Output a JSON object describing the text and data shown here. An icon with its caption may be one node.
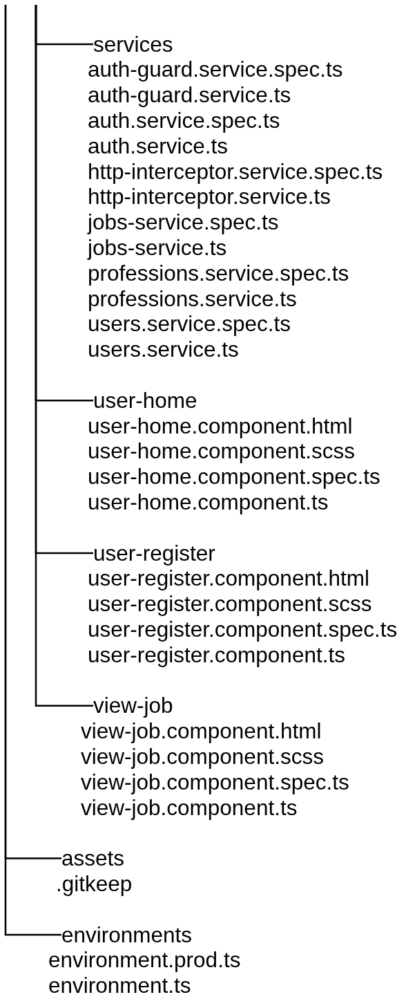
{
  "diagram": {
    "nodes": [
      {
        "text": [
          "services"
        ],
        "beside": [
          "auth-guard.service.spec.ts",
          "auth-guard.service.ts",
          "auth.service.spec.ts",
          "auth.service.ts",
          "http-interceptor.service.spec.ts",
          "http-interceptor.service.ts",
          "jobs-service.spec.ts",
          "jobs-service.ts",
          "professions.service.spec.ts",
          "professions.service.ts",
          "users.service.spec.ts",
          "users.service.ts"
        ]
      },
      {
        "text": [
          "user-home"
        ],
        "beside": [
          "user-home.component.html",
          "user-home.component.scss",
          "user-home.component.spec.ts",
          "user-home.component.ts"
        ]
      },
      {
        "text": [
          "user-register"
        ],
        "beside": [
          "user-register.component.html",
          "user-register.component.scss",
          "user-register.component.spec.ts",
          "user-register.component.ts"
        ]
      },
      {
        "text": [
          "view-job"
        ],
        "beside": [
          "view-job.component.html",
          "view-job.component.scss",
          "view-job.component.spec.ts",
          "view-job.component.ts"
        ]
      },
      {
        "text": [
          "assets"
        ],
        "beside": [
          ".gitkeep"
        ]
      },
      {
        "text": [
          "environments"
        ],
        "beside": [
          "environment.prod.ts",
          "environment.ts"
        ]
      }
    ],
    "edges": [
      {
        "from": null,
        "to": 0,
        "arrow": "none"
      },
      {
        "from": null,
        "to": 1,
        "arrow": "none"
      },
      {
        "from": null,
        "to": 2,
        "arrow": "none"
      },
      {
        "from": null,
        "to": 3,
        "arrow": "none"
      },
      {
        "from": null,
        "to": 4,
        "arrow": "none"
      },
      {
        "from": null,
        "to": 5,
        "arrow": "none"
      }
    ]
  }
}
